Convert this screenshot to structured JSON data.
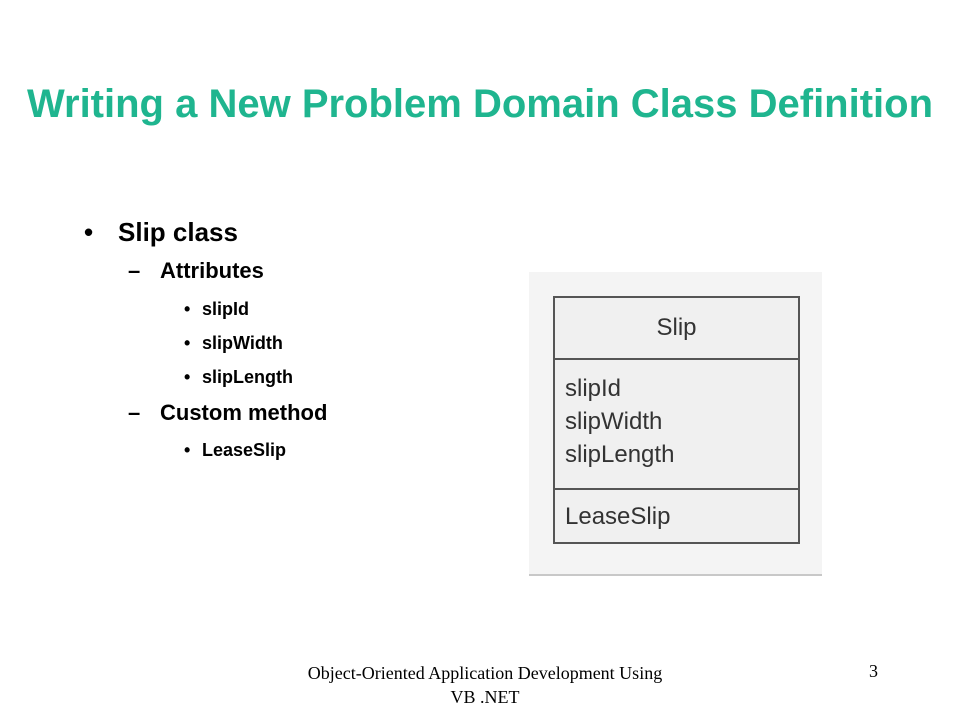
{
  "slide": {
    "title": "Writing a New Problem Domain Class Definition",
    "bullet_main": "Slip class",
    "sub1": "Attributes",
    "attributes": [
      "slipId",
      "slipWidth",
      "slipLength"
    ],
    "sub2": "Custom method",
    "methods": [
      "LeaseSlip"
    ]
  },
  "uml": {
    "class_name": "Slip",
    "attributes": [
      "slipId",
      "slipWidth",
      "slipLength"
    ],
    "methods": [
      "LeaseSlip"
    ]
  },
  "footer": {
    "line1": "Object-Oriented Application Development Using",
    "line2": "VB .NET",
    "page_number": "3"
  },
  "colors": {
    "title": "#1fb58f"
  },
  "glyphs": {
    "bullet": "•",
    "dash": "–"
  }
}
